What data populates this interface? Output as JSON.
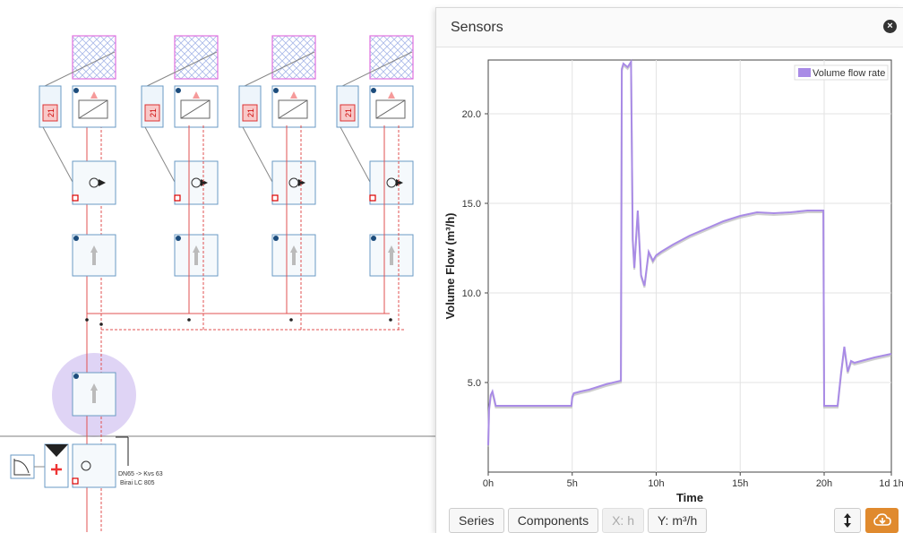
{
  "panel": {
    "title": "Sensors",
    "close_icon": "close-icon"
  },
  "diagram": {
    "sensor_values": [
      "21",
      "21",
      "21",
      "21"
    ],
    "valve_label_line1": "DN65 -> Kvs 63",
    "valve_label_line2": "Birai LC 805",
    "colors": {
      "pipe": "#e05050",
      "selection": "#d8c8f0",
      "device": "#7fb0d8",
      "zone": "#e070e0"
    }
  },
  "toolbar": {
    "series": "Series",
    "components": "Components",
    "x_unit": "X: h",
    "y_unit": "Y: m³/h"
  },
  "chart_data": {
    "type": "line",
    "xlabel": "Time",
    "ylabel": "Volume Flow (m³/h)",
    "xlim": [
      0,
      24
    ],
    "ylim": [
      0,
      23
    ],
    "x_ticks": [
      0,
      5,
      10,
      15,
      20,
      24
    ],
    "x_tick_labels": [
      "0h",
      "5h",
      "10h",
      "15h",
      "20h",
      "1d 1h"
    ],
    "y_ticks": [
      5,
      10,
      15,
      20
    ],
    "y_tick_labels": [
      "5.0",
      "10.0",
      "15.0",
      "20.0"
    ],
    "legend": "top-right",
    "series": [
      {
        "name": "Volume flow rate",
        "color": "#a98be6",
        "x": [
          0,
          0.05,
          0.15,
          0.25,
          0.35,
          0.45,
          0.55,
          1,
          2,
          3,
          4,
          4.95,
          5.0,
          5.1,
          5.5,
          6,
          7,
          7.9,
          7.95,
          8.05,
          8.3,
          8.5,
          8.6,
          8.7,
          8.9,
          9.1,
          9.3,
          9.55,
          9.8,
          10,
          10.3,
          11,
          12,
          13,
          14,
          15,
          16,
          17,
          18,
          19,
          19.95,
          20.0,
          20.2,
          20.5,
          20.8,
          21.0,
          21.2,
          21.4,
          21.6,
          21.8,
          22.2,
          23,
          24
        ],
        "y": [
          1.5,
          3.5,
          4.3,
          4.5,
          4.1,
          3.7,
          3.7,
          3.7,
          3.7,
          3.7,
          3.7,
          3.7,
          4.2,
          4.4,
          4.5,
          4.6,
          4.9,
          5.1,
          22.5,
          22.8,
          22.6,
          22.9,
          13.0,
          11.4,
          14.6,
          11.0,
          10.4,
          12.3,
          11.8,
          12.1,
          12.3,
          12.7,
          13.2,
          13.6,
          14.0,
          14.3,
          14.5,
          14.45,
          14.5,
          14.6,
          14.6,
          3.7,
          3.7,
          3.7,
          3.7,
          5.5,
          7.0,
          5.6,
          6.2,
          6.1,
          6.2,
          6.4,
          6.6
        ]
      }
    ]
  }
}
